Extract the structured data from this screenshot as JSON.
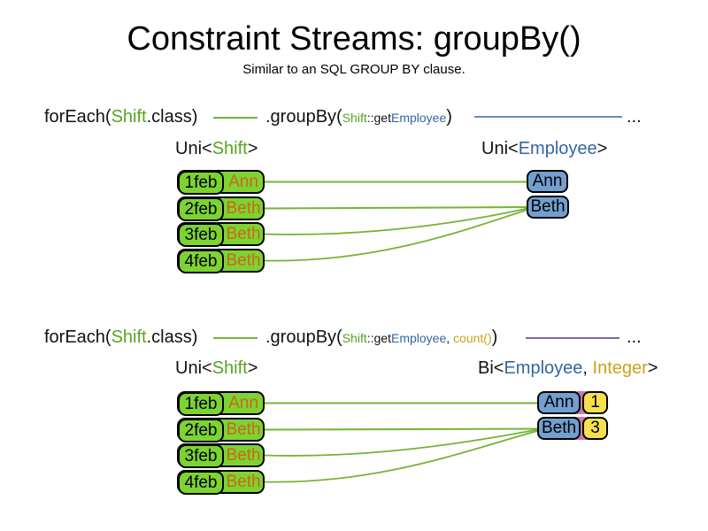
{
  "slide": {
    "title": "Constraint Streams: groupBy()",
    "subtitle": "Similar to an SQL GROUP BY clause."
  },
  "colors": {
    "shift_green_text": "#56a51f",
    "employee_blue_text": "#3465a4",
    "integer_gold_text": "#c7a21f",
    "employee_name_orange": "#cd661d",
    "shift_box_green": "#7cd332",
    "employee_box_blue": "#729fcf",
    "integer_box_yellow": "#f6e04e",
    "wire_green": "#74b434",
    "wire_blue": "#6789c7",
    "wire_purple": "#8064a2",
    "pair_join_pink": "#c87ca8"
  },
  "code1": {
    "t0": "forEach(",
    "t1": "Shift",
    "t2": ".class)",
    "t3": ".groupBy(",
    "t4": "Shift",
    "t5": "::get",
    "t6": "Employee",
    "t7": ")",
    "t8": "..."
  },
  "code2": {
    "t0": "forEach(",
    "t1": "Shift",
    "t2": ".class)",
    "t3": ".groupBy(",
    "t4": "Shift",
    "t5": "::get",
    "t6": "Employee",
    "t7": ", ",
    "t8": "count()",
    "t9": ")",
    "t10": "..."
  },
  "label1_left": {
    "t0": "Uni<",
    "t1": "Shift",
    "t2": ">"
  },
  "label1_right": {
    "t0": "Uni<",
    "t1": "Employee",
    "t2": ">"
  },
  "label2_left": {
    "t0": "Uni<",
    "t1": "Shift",
    "t2": ">"
  },
  "label2_right": {
    "t0": "Bi<",
    "t1": "Employee",
    "t2": ", ",
    "t3": "Integer",
    "t4": ">"
  },
  "table1": {
    "rows": [
      {
        "date": "1feb",
        "employee": "Ann"
      },
      {
        "date": "2feb",
        "employee": "Beth"
      },
      {
        "date": "3feb",
        "employee": "Beth"
      },
      {
        "date": "4feb",
        "employee": "Beth"
      }
    ]
  },
  "table2": {
    "rows": [
      {
        "date": "1feb",
        "employee": "Ann"
      },
      {
        "date": "2feb",
        "employee": "Beth"
      },
      {
        "date": "3feb",
        "employee": "Beth"
      },
      {
        "date": "4feb",
        "employee": "Beth"
      }
    ]
  },
  "output1": {
    "rows": [
      {
        "employee": "Ann"
      },
      {
        "employee": "Beth"
      }
    ]
  },
  "output2": {
    "rows": [
      {
        "employee": "Ann",
        "count": "1"
      },
      {
        "employee": "Beth",
        "count": "3"
      }
    ]
  }
}
